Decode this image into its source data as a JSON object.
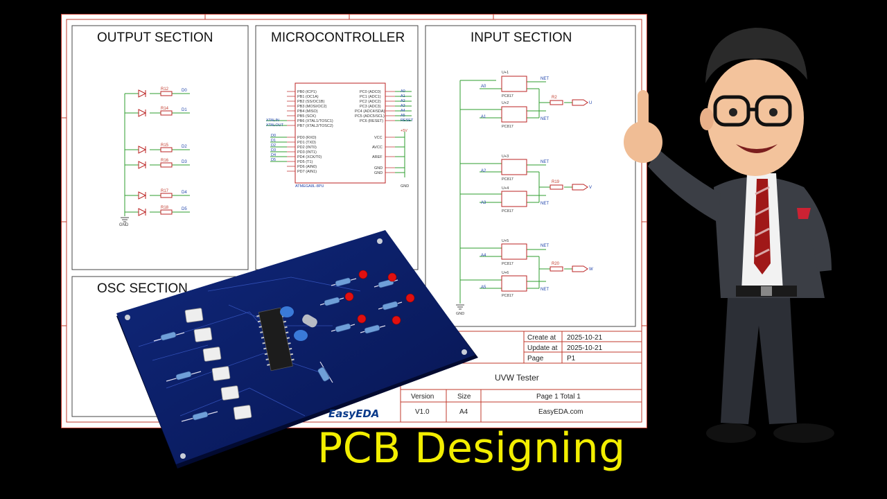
{
  "sections": {
    "output": "OUTPUT SECTION",
    "micro": "MICROCONTROLLER",
    "input": "INPUT SECTION",
    "osc": "OSC SECTION"
  },
  "title_block": {
    "create_label": "Create at",
    "create_value": "2025-10-21",
    "update_label": "Update at",
    "update_value": "2025-10-21",
    "page_label": "Page",
    "page_value": "P1",
    "project": "UVW Tester",
    "version_label": "Version",
    "version_value": "V1.0",
    "size_label": "Size",
    "size_value": "A4",
    "page_total": "Page  1  Total  1",
    "site": "EasyEDA.com",
    "brand": "EasyEDA"
  },
  "headline": "PCB Designing",
  "colors": {
    "background": "#000000",
    "sheet_border": "#c0392b",
    "pcb_board": "#0b1f6e",
    "headline": "#f2ee00",
    "wire": "#2e9e2e",
    "led_red": "#e01010"
  },
  "icons": {
    "character": "thumbs-up-cartoon-character"
  }
}
